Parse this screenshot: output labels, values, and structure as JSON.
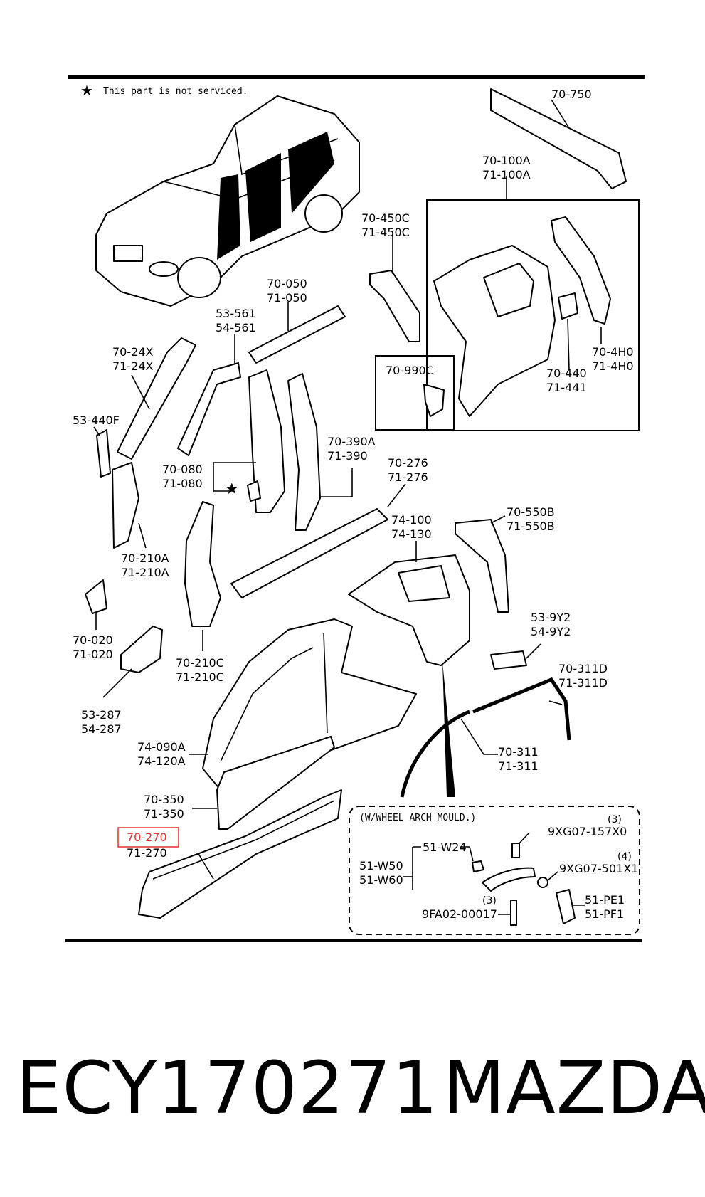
{
  "note": {
    "symbol": "★",
    "text": "This part is not serviced."
  },
  "labels": {
    "p70750": "70-750",
    "p70100A": "70-100A",
    "p71100A": "71-100A",
    "p70450C": "70-450C",
    "p71450C": "71-450C",
    "p70050": "70-050",
    "p71050": "71-050",
    "p53561": "53-561",
    "p54561": "54-561",
    "p7024X": "70-24X",
    "p7124X": "71-24X",
    "p53440F": "53-440F",
    "p70990C": "70-990C",
    "p70440": "70-440",
    "p71441": "71-441",
    "p704H0": "70-4H0",
    "p714H0": "71-4H0",
    "p70080": "70-080",
    "p71080": "71-080",
    "p70390A": "70-390A",
    "p71390": "71-390",
    "p70276": "70-276",
    "p71276": "71-276",
    "p70210A": "70-210A",
    "p71210A": "71-210A",
    "p74100": "74-100",
    "p74130": "74-130",
    "p70550B": "70-550B",
    "p71550B": "71-550B",
    "p70020": "70-020",
    "p71020": "71-020",
    "p539Y2": "53-9Y2",
    "p549Y2": "54-9Y2",
    "p70210C": "70-210C",
    "p71210C": "71-210C",
    "p70311D": "70-311D",
    "p71311D": "71-311D",
    "p53287": "53-287",
    "p54287": "54-287",
    "p74090A": "74-090A",
    "p74120A": "74-120A",
    "p70311": "70-311",
    "p71311": "71-311",
    "p70350": "70-350",
    "p71350": "71-350",
    "p70270": "70-270",
    "p71270": "71-270",
    "inset_title": "(W/WHEEL ARCH MOULD.)",
    "p51W24": "51-W24",
    "p51W50": "51-W50",
    "p51W60": "51-W60",
    "p9XG07157X0": "9XG07-157X0",
    "q3a": "(3)",
    "p9XG07501X1": "9XG07-501X1",
    "q4": "(4)",
    "p9FA0200017": "9FA02-00017",
    "q3b": "(3)",
    "p51PE1": "51-PE1",
    "p51PF1": "51-PF1"
  },
  "highlight": {
    "label": "70-270",
    "color": "#e03030"
  },
  "footer": {
    "part_number": "ECY170271",
    "brand": "MAZDA"
  }
}
